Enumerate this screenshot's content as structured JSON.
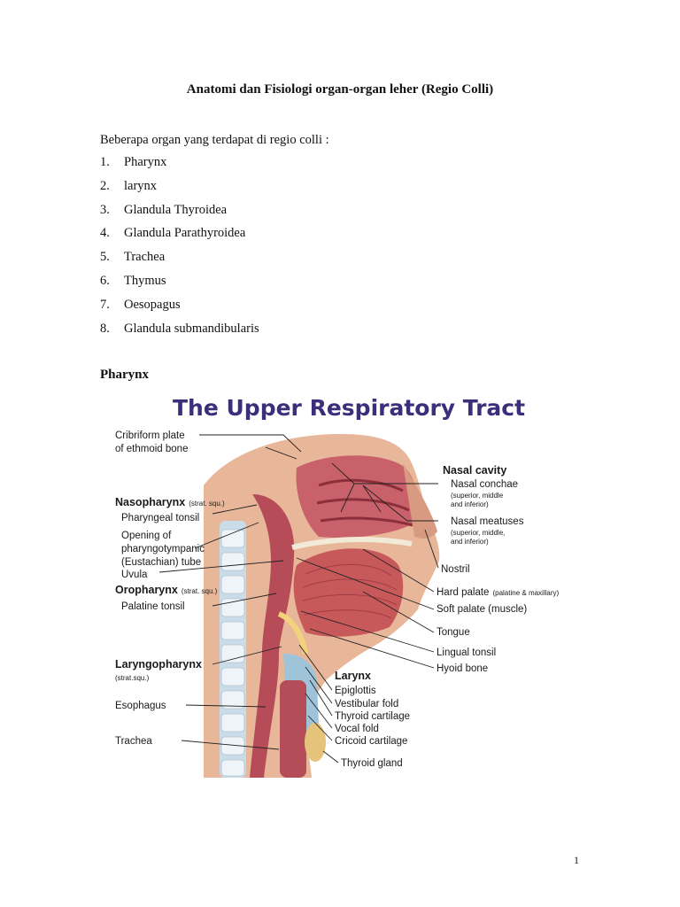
{
  "document": {
    "title": "Anatomi dan Fisiologi organ-organ leher (Regio Colli)",
    "intro": "Beberapa organ yang terdapat di regio colli :",
    "organs": [
      {
        "num": "1.",
        "name": "Pharynx"
      },
      {
        "num": "2.",
        "name": "larynx"
      },
      {
        "num": "3.",
        "name": "Glandula Thyroidea"
      },
      {
        "num": "4.",
        "name": "Glandula Parathyroidea"
      },
      {
        "num": "5.",
        "name": "Trachea"
      },
      {
        "num": "6.",
        "name": "Thymus"
      },
      {
        "num": "7.",
        "name": "Oesopagus"
      },
      {
        "num": "8.",
        "name": "Glandula submandibularis"
      }
    ],
    "section_heading": "Pharynx",
    "page_number": "1"
  },
  "figure": {
    "title": "The Upper Respiratory Tract",
    "labels": {
      "cribriform_1": "Cribriform plate",
      "cribriform_2": "of ethmoid bone",
      "nasopharynx": "Nasopharynx",
      "nasopharynx_note": "(strat. squ.)",
      "pharyngeal_tonsil": "Pharyngeal tonsil",
      "opening_1": "Opening of",
      "opening_2": "pharyngotympanic",
      "opening_3": "(Eustachian) tube",
      "uvula": "Uvula",
      "oropharynx": "Oropharynx",
      "oropharynx_note": "(strat. squ.)",
      "palatine_tonsil": "Palatine tonsil",
      "laryngopharynx": "Laryngopharynx",
      "laryngopharynx_note": "(strat.squ.)",
      "esophagus": "Esophagus",
      "trachea": "Trachea",
      "nasal_cavity": "Nasal cavity",
      "nasal_conchae": "Nasal conchae",
      "nasal_conchae_note_1": "(superior, middle",
      "nasal_conchae_note_2": "and inferior)",
      "nasal_meatuses": "Nasal meatuses",
      "nasal_meatuses_note_1": "(superior, middle,",
      "nasal_meatuses_note_2": "and inferior)",
      "nostril": "Nostril",
      "hard_palate": "Hard palate",
      "hard_palate_note": "(palatine & maxillary)",
      "soft_palate": "Soft palate (muscle)",
      "tongue": "Tongue",
      "lingual_tonsil": "Lingual tonsil",
      "hyoid_bone": "Hyoid bone",
      "larynx": "Larynx",
      "epiglottis": "Epiglottis",
      "vestibular_fold": "Vestibular fold",
      "thyroid_cartilage": "Thyroid cartilage",
      "vocal_fold": "Vocal fold",
      "cricoid_cartilage": "Cricoid cartilage",
      "thyroid_gland": "Thyroid gland"
    }
  }
}
